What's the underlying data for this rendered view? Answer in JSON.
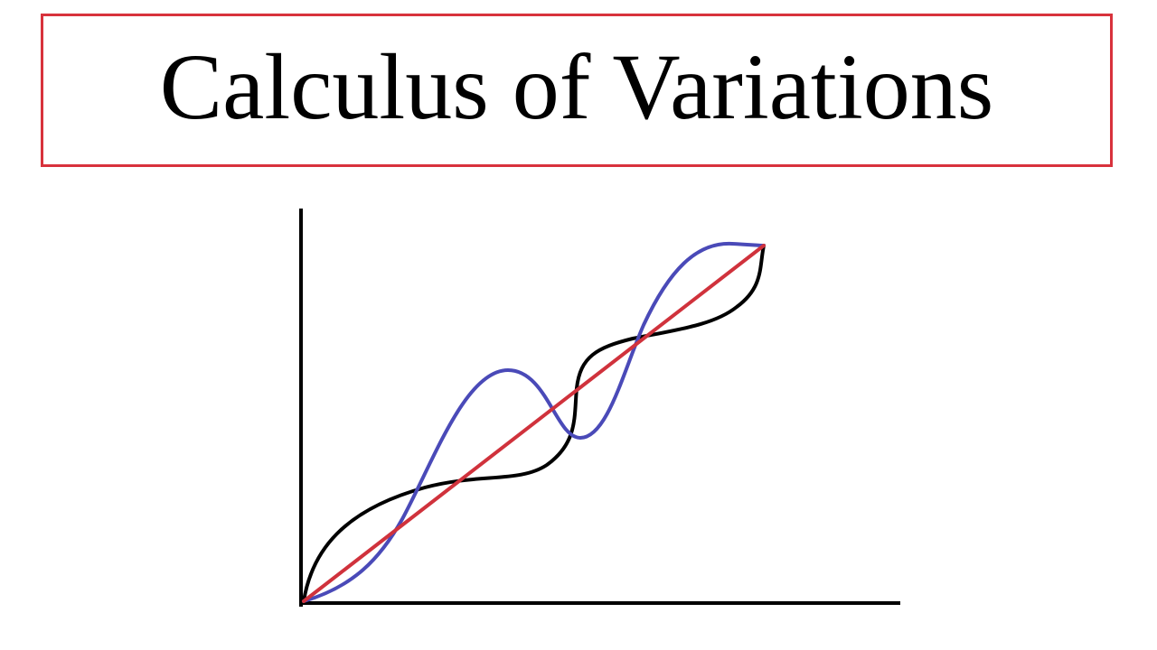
{
  "title": {
    "text": "Calculus of Variations",
    "border_color": "#d8323c"
  },
  "diagram": {
    "axes_color": "#000000",
    "curves": [
      {
        "id": "straight-line",
        "color": "#d0323c"
      },
      {
        "id": "wavy-path-black",
        "color": "#000000"
      },
      {
        "id": "wavy-path-blue",
        "color": "#4a4ab8"
      }
    ]
  }
}
